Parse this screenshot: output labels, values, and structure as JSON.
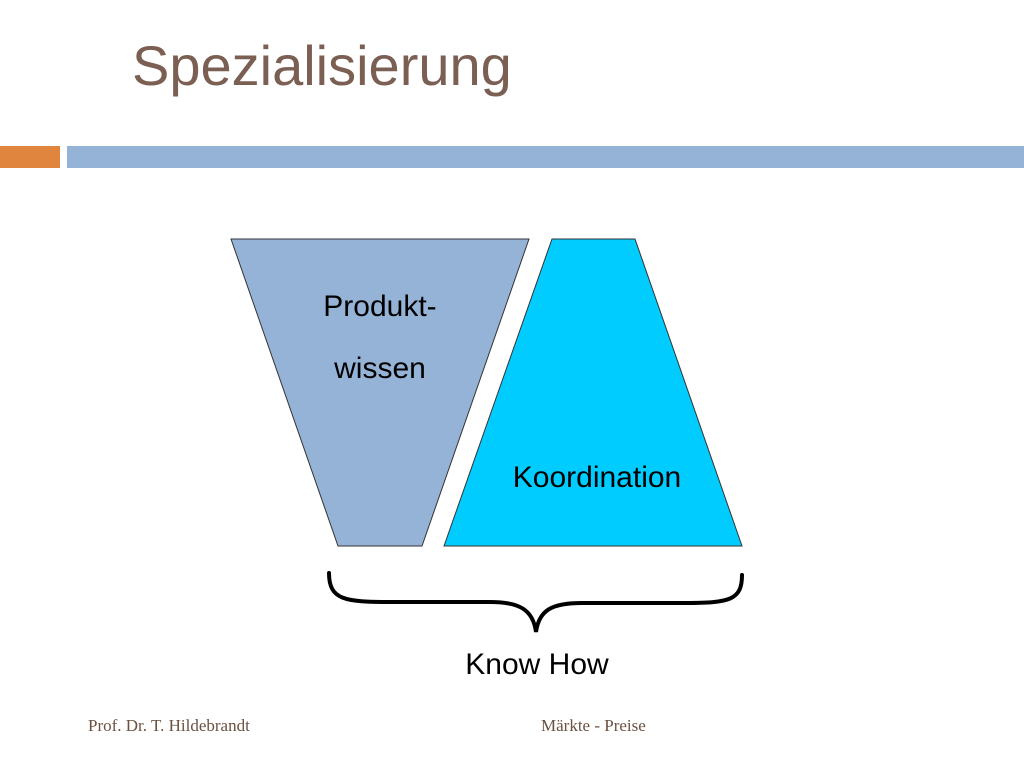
{
  "slide": {
    "title": "Spezialisierung",
    "footer_left": "Prof. Dr. T. Hildebrandt",
    "footer_center": "Märkte - Preise"
  },
  "diagram": {
    "shape_left": {
      "label_line1": "Produkt-",
      "label_line2": "wissen",
      "fill": "#95b3d7"
    },
    "shape_right": {
      "label": "Koordination",
      "fill": "#00ccff"
    },
    "brace_label": "Know How"
  },
  "colors": {
    "title": "#7a5f52",
    "accent_bar": "#e0853e",
    "main_bar": "#95b3d7",
    "footer": "#6b5040"
  }
}
